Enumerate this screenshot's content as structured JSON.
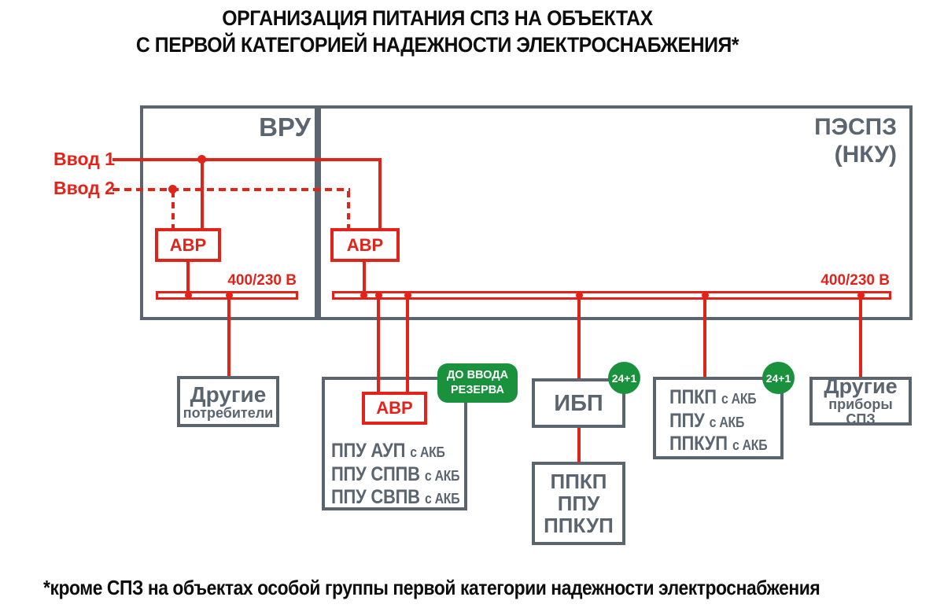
{
  "title": {
    "line1": "ОРГАНИЗАЦИЯ ПИТАНИЯ СПЗ НА ОБЪЕКТАХ",
    "line2": "С ПЕРВОЙ КАТЕГОРИЕЙ НАДЕЖНОСТИ ЭЛЕКТРОСНАБЖЕНИЯ*"
  },
  "colors": {
    "red": "#e2231a",
    "gray": "#5a6570",
    "green": "#1a913c",
    "text_black": "#0d0d0d"
  },
  "panels": {
    "vru_label": "ВРУ",
    "pespz_label_line1": "ПЭСПЗ",
    "pespz_label_line2": "(НКУ)"
  },
  "feeders": {
    "input1_label": "Ввод 1",
    "input2_label": "Ввод 2"
  },
  "avr_units": {
    "avr1_label": "АВР",
    "avr2_label": "АВР",
    "avr3_label": "АВР"
  },
  "buses": {
    "left_voltage": "400/230 В",
    "right_voltage": "400/230 В"
  },
  "loads": {
    "other_consumers": {
      "title": "Другие",
      "subtitle": "потребители"
    },
    "ppu_group": {
      "items": [
        {
          "main": "ППУ АУП",
          "suffix": "с АКБ"
        },
        {
          "main": "ППУ СППВ",
          "suffix": "с АКБ"
        },
        {
          "main": "ППУ СВПВ",
          "suffix": "с АКБ"
        }
      ]
    },
    "reserve_badge": {
      "line1": "ДО ВВОДА",
      "line2": "РЕЗЕРВА"
    },
    "ups": {
      "label": "ИБП",
      "badge": "24+1"
    },
    "ppkp_group": {
      "badge": "24+1",
      "items": [
        {
          "main": "ППКП",
          "suffix": "с АКБ"
        },
        {
          "main": "ППУ",
          "suffix": "с АКБ"
        },
        {
          "main": "ППКУП",
          "suffix": "с АКБ"
        }
      ]
    },
    "other_devices": {
      "title": "Другие",
      "subtitle": "приборы СПЗ"
    },
    "ppkp_stack": {
      "lines": [
        "ППКП",
        "ППУ",
        "ППКУП"
      ]
    }
  },
  "footnote": "*кроме СПЗ на объектах особой группы первой категории надежности электроснабжения"
}
